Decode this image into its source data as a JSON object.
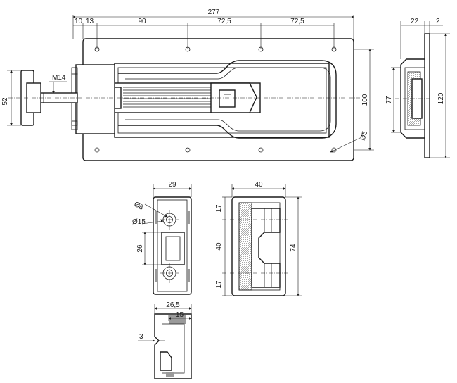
{
  "dimensions": {
    "main": {
      "overall_length": "277",
      "offset_1": "10",
      "offset_2": "13",
      "hole_spacing_1": "90",
      "hole_spacing_2": "72,5",
      "hole_spacing_3": "72,5",
      "thread": "M14",
      "knob_height": "52",
      "plate_height": "100",
      "hole_diameter": "Ø5"
    },
    "side": {
      "depth": "22",
      "plate_thickness": "2",
      "housing_height": "77",
      "plate_height": "120"
    },
    "keeper_front": {
      "width": "29",
      "small_hole": "Ø8",
      "counterbore": "Ø15",
      "slot_height": "26"
    },
    "keeper_side": {
      "width": "40",
      "top_offset": "17",
      "middle": "40",
      "bottom_offset": "17",
      "overall_height": "74"
    },
    "keeper_bottom": {
      "width": "26,5",
      "inner_width": "15",
      "step": "3"
    }
  }
}
